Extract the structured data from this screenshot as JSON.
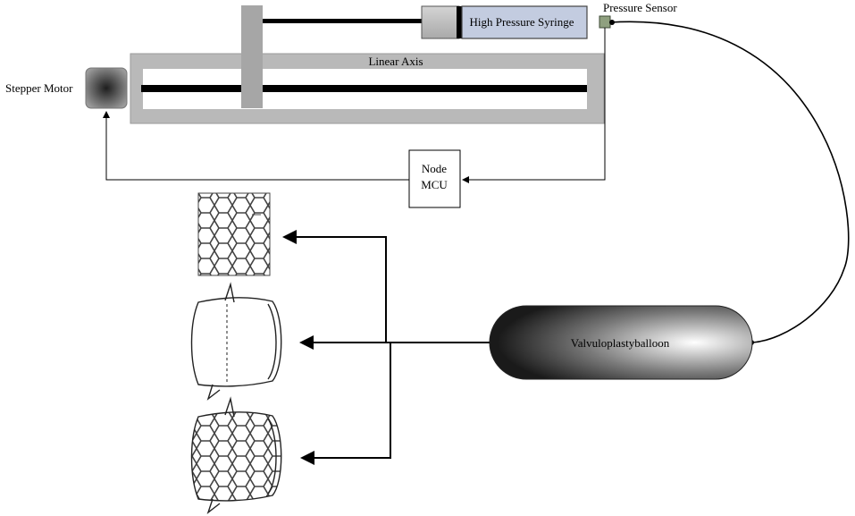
{
  "labels": {
    "syringe": "High Pressure Syringe",
    "pressure_sensor": "Pressure Sensor",
    "linear_axis": "Linear Axis",
    "stepper_motor": "Stepper Motor",
    "mcu_line1": "Node",
    "mcu_line2": "MCU",
    "balloon": "Valvuloplastyballoon"
  },
  "colors": {
    "frame": "#b9b9b9",
    "frame_dark": "#a6a6a6",
    "syringe_body": "#c3cce0",
    "rod": "#000000",
    "sensor": "#8fa07f"
  },
  "icons": {
    "stent": "stent-icon",
    "valve_leaflet": "valve-icon",
    "valve_stent": "stented-valve-icon"
  }
}
